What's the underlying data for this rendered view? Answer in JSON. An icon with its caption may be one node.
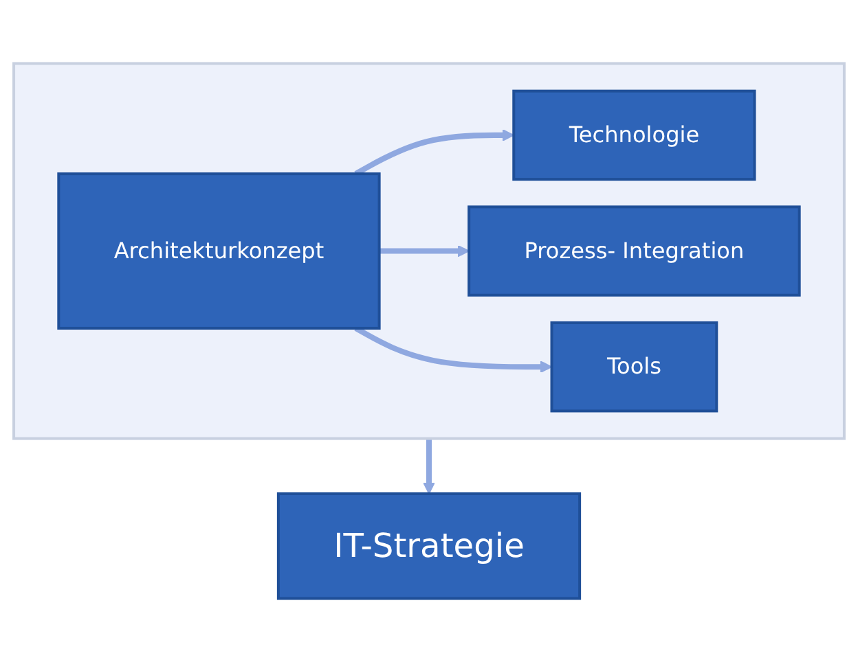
{
  "diagram": {
    "nodes": [
      {
        "text": [],
        "shape": "box"
      },
      {
        "text": [
          "Architekturkonzept"
        ],
        "in": 0
      },
      {
        "text": [
          "Technologie"
        ],
        "in": 0
      },
      {
        "text": [
          "Prozess- Integration"
        ],
        "in": 0
      },
      {
        "text": [
          "Tools"
        ],
        "in": 0
      },
      {
        "text": [
          "IT-Strategie"
        ]
      }
    ],
    "edges": [
      {
        "from": 1,
        "to": 2,
        "arrow": "to"
      },
      {
        "from": 1,
        "to": 3,
        "arrow": "to"
      },
      {
        "from": 1,
        "to": 4,
        "arrow": "to"
      },
      {
        "from": 0,
        "to": 5,
        "arrow": "to"
      }
    ]
  }
}
